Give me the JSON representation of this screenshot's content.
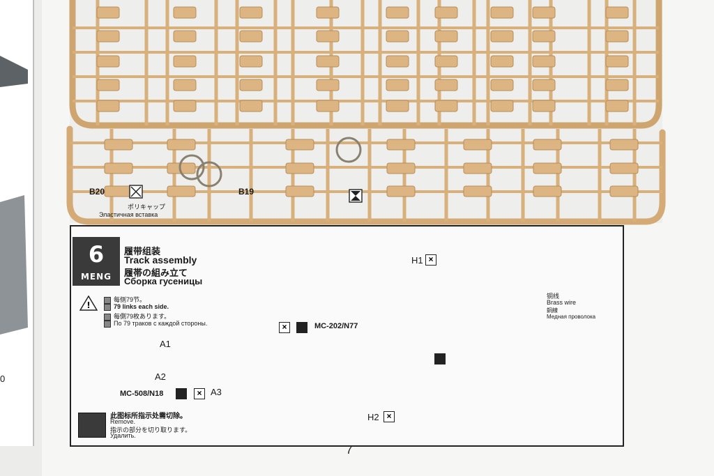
{
  "sprue_labels": {
    "b20": "B20",
    "b19": "B19",
    "jp_partial": "ポリキャップ",
    "ru_partial": "Эластичная вставка"
  },
  "step": {
    "number": "6",
    "brand": "MENG",
    "title_cn": "履带组装",
    "title_en": "Track assembly",
    "title_jp": "履帯の組み立て",
    "title_ru": "Сборка гусеницы"
  },
  "note": {
    "cn": "每侧79节。",
    "en": "79 links each side.",
    "jp": "每側79枚あります。",
    "ru": "По 79 траков с каждой стороны."
  },
  "parts": {
    "a1": "A1",
    "a2": "A2",
    "a3": "A3",
    "h1": "H1",
    "h2": "H2"
  },
  "paints": {
    "mc202": "MC-202/N77",
    "mc508": "MC-508/N18"
  },
  "wire": {
    "cn": "铜线",
    "en": "Brass wire",
    "jp": "銅線",
    "ru": "Медная проволока"
  },
  "remove_note": {
    "cn": "此图标所指示处需切除。",
    "en": "Remove.",
    "jp": "指示の部分を切り取ります。",
    "cn2": "切除。",
    "ru": "Удалить."
  },
  "left_page_fragment": "0",
  "page_number": "7",
  "colors": {
    "sprue": "#d8b07c",
    "sprue_dark": "#b98d58",
    "track_gray": "#6f767b",
    "track_dark": "#3d4245",
    "panel_border": "#222222",
    "paper": "#f3f3f1"
  }
}
